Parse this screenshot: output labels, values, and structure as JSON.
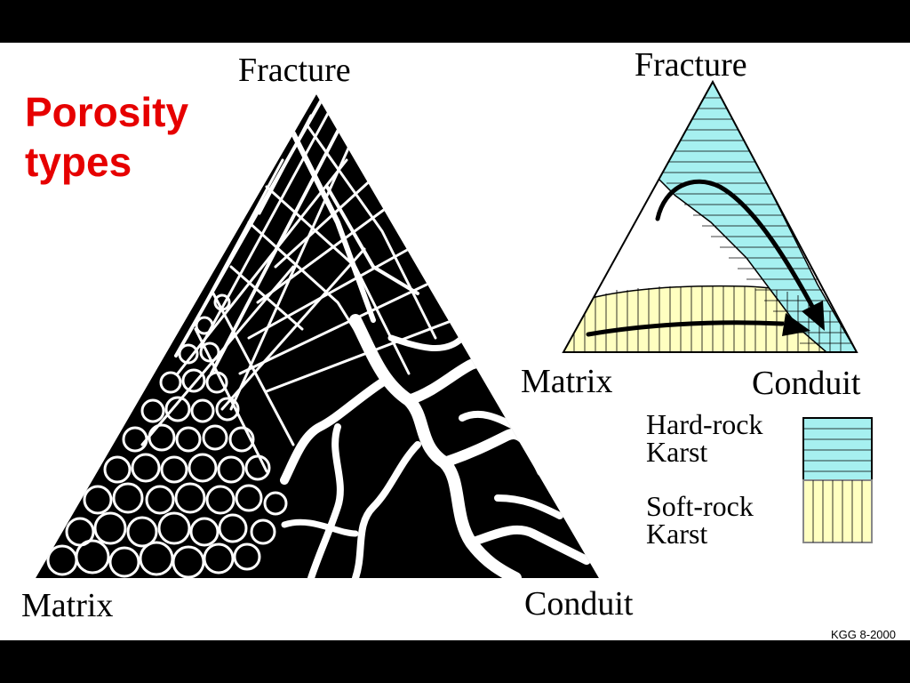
{
  "title": {
    "line1": "Porosity",
    "line2": "types"
  },
  "main_diagram": {
    "apex_top": "Fracture",
    "apex_left": "Matrix",
    "apex_right": "Conduit"
  },
  "small_diagram": {
    "apex_top": "Fracture",
    "apex_left": "Matrix",
    "apex_right": "Conduit"
  },
  "legend": {
    "items": [
      {
        "label_line1": "Hard-rock",
        "label_line2": "Karst",
        "color": "#a6f0f0"
      },
      {
        "label_line1": "Soft-rock",
        "label_line2": "Karst",
        "color": "#ffffc0"
      }
    ]
  },
  "credit": "KGG  8-2000"
}
